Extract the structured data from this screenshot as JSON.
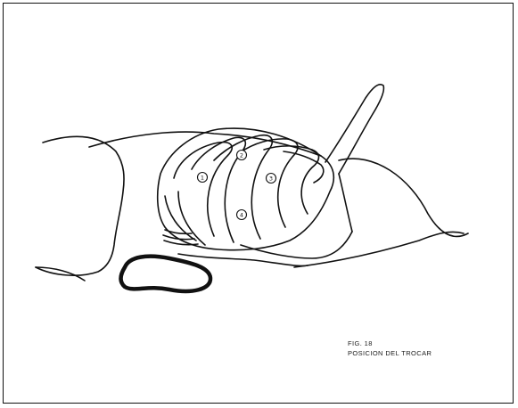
{
  "figure": {
    "number": "FIG. 18",
    "caption": "POSICION DEL TROCAR"
  },
  "markers": [
    "1",
    "2",
    "3",
    "4"
  ],
  "colors": {
    "ink": "#111111",
    "paper": "#ffffff"
  }
}
